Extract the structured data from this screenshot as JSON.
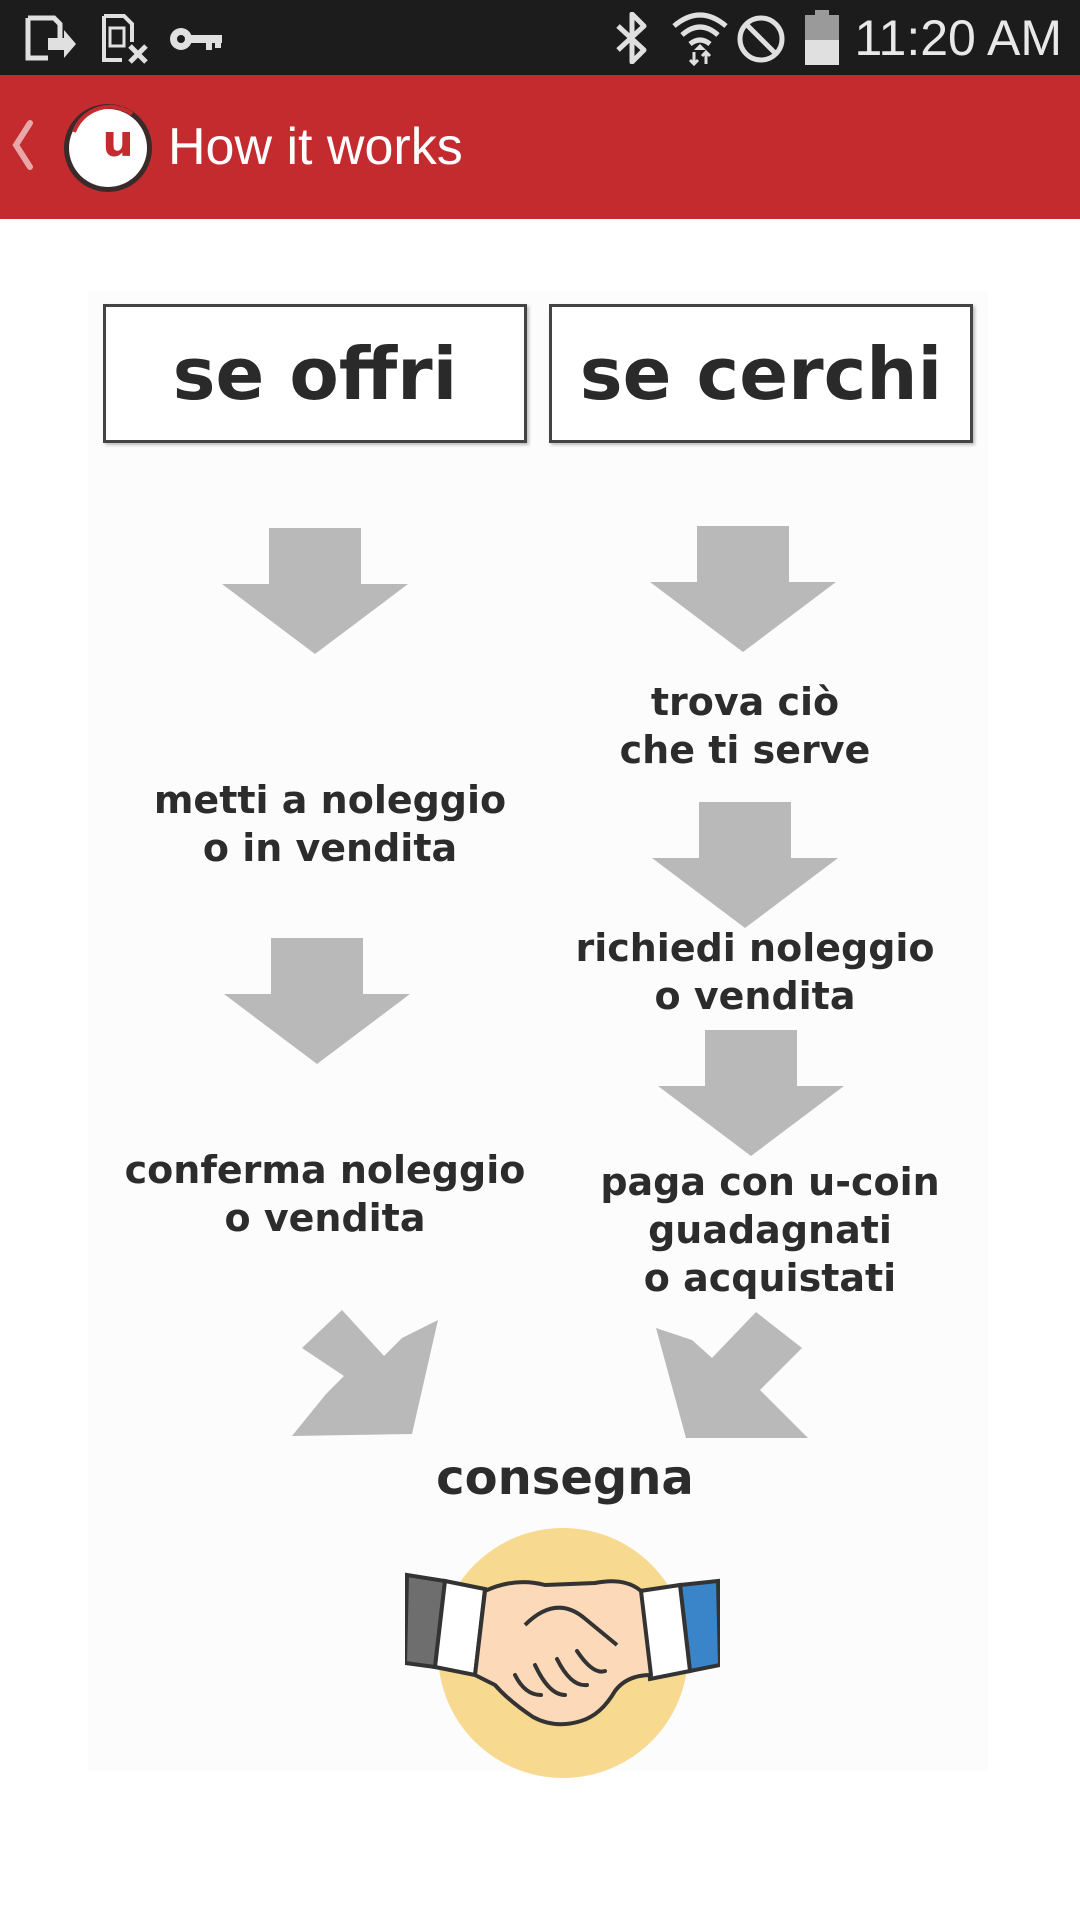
{
  "status_bar": {
    "time": "11:20 AM",
    "icons": [
      "sd-card-icon",
      "sim-icon",
      "key-icon",
      "bluetooth-icon",
      "wifi-icon",
      "do-not-disturb-icon",
      "battery-icon"
    ]
  },
  "action_bar": {
    "title": "How it works",
    "color": "#c42b2f",
    "logo_letter": "u"
  },
  "diagram": {
    "offer_header": "se offri",
    "seek_header": "se cerchi",
    "offer_steps": [
      "metti a noleggio\no in vendita",
      "conferma noleggio\no vendita"
    ],
    "seek_steps": [
      "trova ciò\nche ti serve",
      "richiedi noleggio\no vendita",
      "paga con u-coin\nguadagnati\no acquistati"
    ],
    "final_step": "consegna",
    "arrow_color": "#b9b9b9"
  }
}
